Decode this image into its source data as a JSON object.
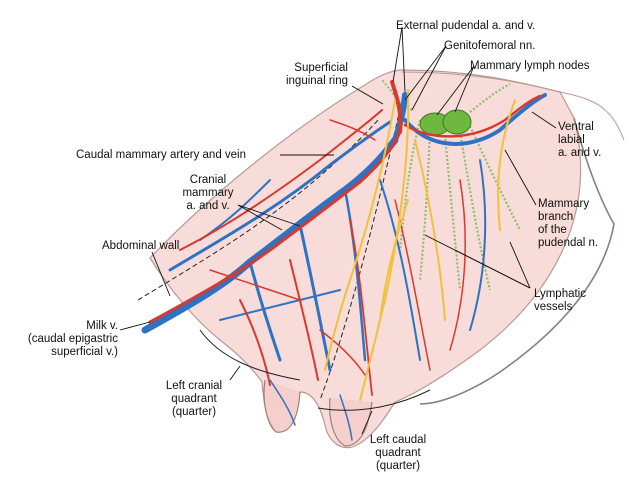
{
  "labels": {
    "external_pudendal": "External pudendal a. and v.",
    "genitofemoral": "Genitofemoral nn.",
    "mammary_lymph_nodes": "Mammary lymph nodes",
    "superficial_inguinal_ring_1": "Superficial",
    "superficial_inguinal_ring_2": "inguinal ring",
    "caudal_mammary": "Caudal mammary artery and vein",
    "cranial_mammary_1": "Cranial",
    "cranial_mammary_2": "mammary",
    "cranial_mammary_3": "a. and v.",
    "abdominal_wall": "Abdominal wall",
    "milk_vein_1": "Milk v.",
    "milk_vein_2": "(caudal epigastric",
    "milk_vein_3": "superficial v.)",
    "ventral_labial_1": "Ventral",
    "ventral_labial_2": "labial",
    "ventral_labial_3": "a. and v.",
    "mammary_branch_1": "Mammary",
    "mammary_branch_2": "branch",
    "mammary_branch_3": "of the",
    "mammary_branch_4": "pudendal n.",
    "lymphatic_1": "Lymphatic",
    "lymphatic_2": "vessels",
    "left_cranial_1": "Left cranial",
    "left_cranial_2": "quadrant",
    "left_cranial_3": "(quarter)",
    "left_caudal_1": "Left caudal",
    "left_caudal_2": "quadrant",
    "left_caudal_3": "(quarter)"
  },
  "colors": {
    "skin": "#f7dcd9",
    "skin_edge": "#b89a94",
    "vein": "#2f72c4",
    "artery": "#d63a2e",
    "nerve": "#f2c13c",
    "lymph": "#8fbf68",
    "node": "#6fb83f",
    "leader": "#111111"
  }
}
